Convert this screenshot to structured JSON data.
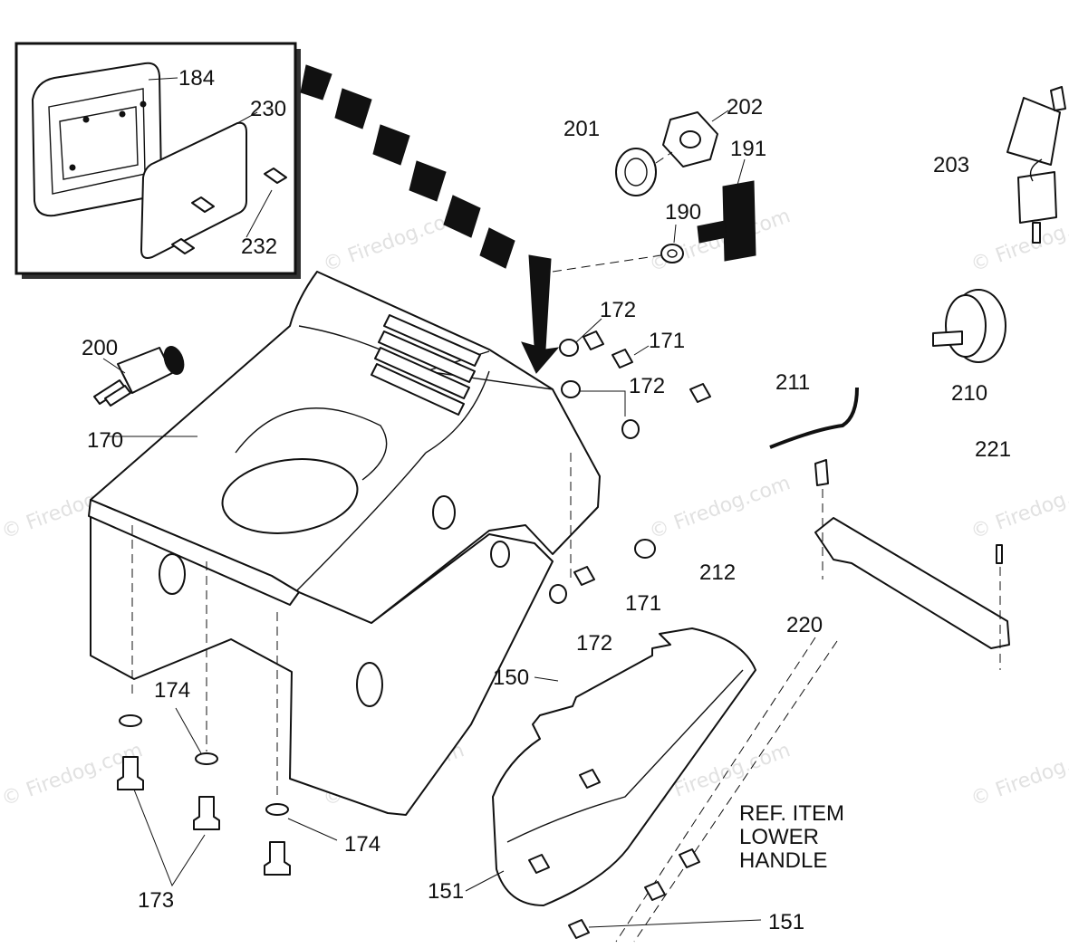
{
  "labels": {
    "p184": "184",
    "p230": "230",
    "p232": "232",
    "p201": "201",
    "p202": "202",
    "p191": "191",
    "p190": "190",
    "p203": "203",
    "p210": "210",
    "p211": "211",
    "p221": "221",
    "p200": "200",
    "p170": "170",
    "p172a": "172",
    "p172b": "172",
    "p172c": "172",
    "p171a": "171",
    "p171b": "171",
    "p212": "212",
    "p220": "220",
    "p150": "150",
    "p174a": "174",
    "p174b": "174",
    "p173": "173",
    "p151a": "151",
    "p151b": "151"
  },
  "reference_note": {
    "line1": "REF. ITEM",
    "line2": "LOWER",
    "line3": "HANDLE"
  },
  "watermark": {
    "text": "Firedog.com",
    "symbol": "©"
  }
}
